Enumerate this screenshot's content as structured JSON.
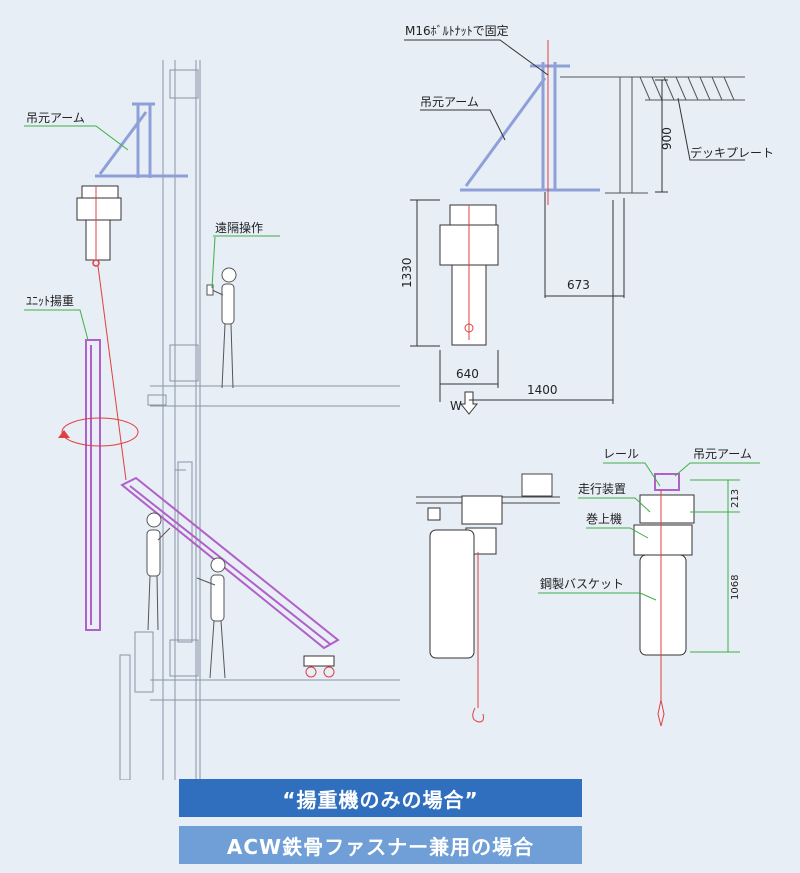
{
  "labels": {
    "arm_left": "吊元アーム",
    "remote": "遠隔操作",
    "unit_lift": "ﾕﾆｯﾄ揚重",
    "bolt": "M16ﾎﾞﾙﾄﾅｯﾄで固定",
    "arm_right": "吊元アーム",
    "deck": "デッキプレート",
    "rail": "レール",
    "arm_bottom": "吊元アーム",
    "traveling": "走行装置",
    "hoist": "巻上機",
    "basket": "鋼製バスケット",
    "w": "W"
  },
  "dimensions": {
    "d900": "900",
    "d673": "673",
    "d1330": "1330",
    "d640": "640",
    "d1400": "1400",
    "d213": "213",
    "d1068": "1068"
  },
  "banners": {
    "hoist_only": "“揚重機のみの場合”",
    "acw": "ACW鉄骨ファスナー兼用の場合"
  },
  "colors": {
    "arm": "#8fa0d8",
    "hoist_red": "#e04040",
    "leader_green": "#3cb043",
    "panel_magenta": "#b060c8",
    "building_line": "#8a96a6",
    "banner1": "#2f6fbd",
    "banner2": "#6f9fd6"
  }
}
